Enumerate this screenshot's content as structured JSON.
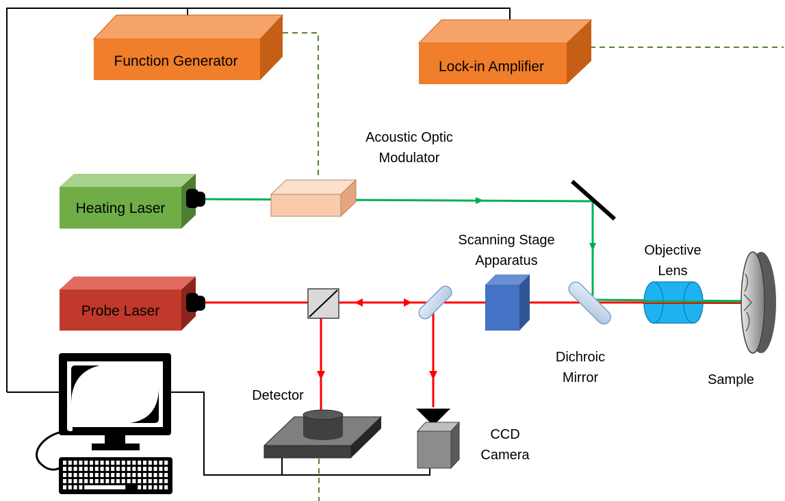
{
  "diagram": {
    "labels": {
      "function_generator": "Function Generator",
      "lock_in_amplifier": "Lock-in Amplifier",
      "acousto_optic_modulator_line1": "Acoustic Optic",
      "acousto_optic_modulator_line2": "Modulator",
      "heating_laser": "Heating Laser",
      "probe_laser": "Probe Laser",
      "scanning_stage_line1": "Scanning Stage",
      "scanning_stage_line2": "Apparatus",
      "objective_lens_line1": "Objective",
      "objective_lens_line2": "Lens",
      "dichroic_mirror_line1": "Dichroic",
      "dichroic_mirror_line2": "Mirror",
      "sample": "Sample",
      "detector": "Detector",
      "ccd_camera_line1": "CCD",
      "ccd_camera_line2": "Camera"
    },
    "colors": {
      "orange_front": "#F07E2A",
      "orange_top": "#F6A36A",
      "orange_side": "#C65F16",
      "green_front": "#70AD47",
      "green_top": "#A9D18E",
      "green_side": "#4E7E30",
      "red_front": "#C0392B",
      "red_top": "#E06B5E",
      "red_side": "#8B241A",
      "aom_front": "#F8CBAD",
      "aom_side": "#E4A57F",
      "stage_front": "#4472C4",
      "stage_side": "#2F5597",
      "lens_blue": "#1EB3F0",
      "green_beam": "#00B050",
      "red_beam": "#FF0000",
      "dashed_line": "#548235"
    },
    "icons": [
      "computer-icon",
      "keyboard-icon",
      "mirror-icon",
      "beam-splitter-icon"
    ]
  }
}
